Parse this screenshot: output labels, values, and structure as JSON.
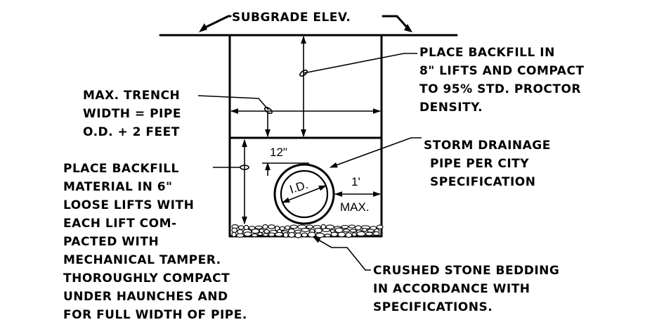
{
  "labels": {
    "subgrade": "SUBGRADE ELEV.",
    "place_backfill": [
      "PLACE BACKFILL IN",
      "8\" LIFTS AND COMPACT",
      "TO 95% STD. PROCTOR",
      "DENSITY."
    ],
    "trench_width": [
      "MAX. TRENCH",
      "WIDTH = PIPE",
      "O.D. + 2 FEET"
    ],
    "storm_drainage": [
      "STORM DRAINAGE",
      "PIPE PER CITY",
      "SPECIFICATION"
    ],
    "backfill_material": [
      "PLACE BACKFILL",
      "MATERIAL IN 6\"",
      "LOOSE LIFTS WITH",
      "EACH LIFT COM-",
      "PACTED WITH",
      "MECHANICAL TAMPER.",
      "THOROUGHLY COMPACT",
      "UNDER HAUNCHES AND",
      "FOR FULL WIDTH OF PIPE."
    ],
    "crushed_stone": [
      "CRUSHED STONE BEDDING",
      "IN ACCORDANCE WITH",
      "SPECIFICATIONS."
    ]
  },
  "dimensions": {
    "cover": "12\"",
    "pipe_id": "I.D.",
    "side_clear": "1'",
    "side_clear_qual": "MAX."
  }
}
